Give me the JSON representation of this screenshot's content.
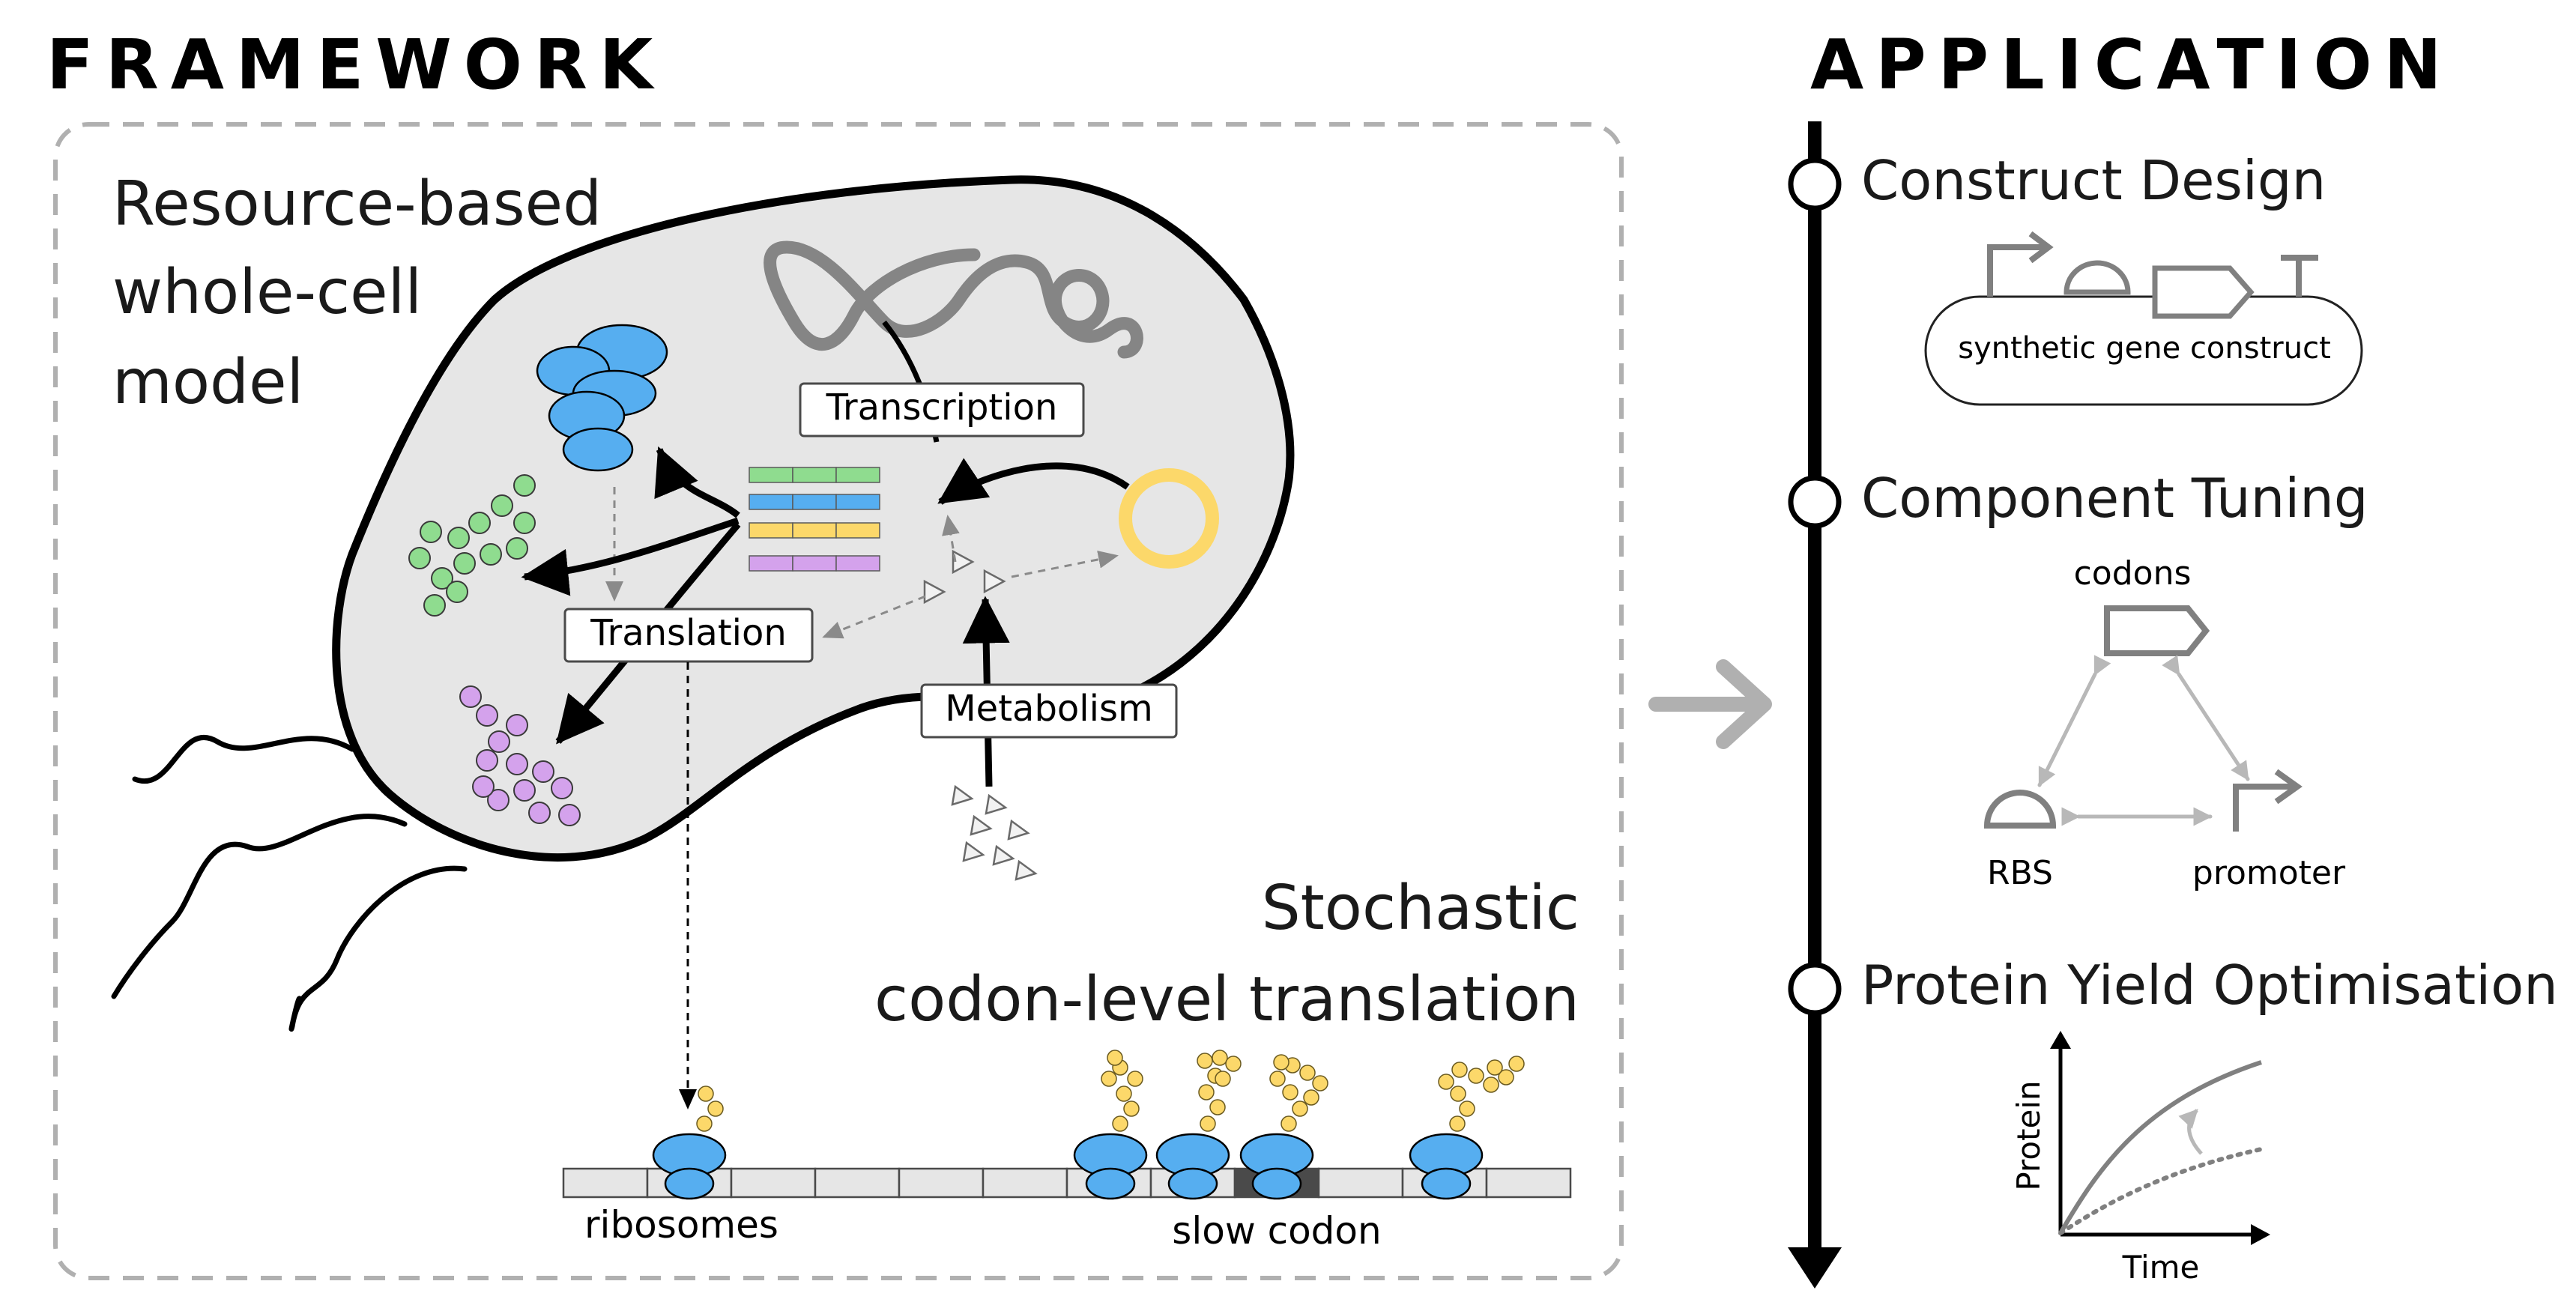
{
  "framework": {
    "heading": "FRAMEWORK",
    "model_title_lines": [
      "Resource-based",
      "whole-cell",
      "model"
    ],
    "process_labels": {
      "transcription": "Transcription",
      "translation": "Translation",
      "metabolism": "Metabolism"
    },
    "stochastic_title_lines": [
      "Stochastic",
      "codon-level translation"
    ],
    "ribosomes_label": "ribosomes",
    "slow_codon_label": "slow codon"
  },
  "application": {
    "heading": "APPLICATION",
    "steps": [
      "Construct Design",
      "Component Tuning",
      "Protein Yield Optimisation"
    ],
    "construct_label": "synthetic gene construct",
    "tuning": {
      "codons": "codons",
      "rbs": "RBS",
      "promoter": "promoter"
    },
    "plot": {
      "ylabel": "Protein",
      "xlabel": "Time"
    }
  },
  "colors": {
    "ribosome_blue": "#56aef0",
    "green": "#8fdc8f",
    "purple": "#d4a2ec",
    "yellow": "#fcd86a",
    "cell_fill": "#e6e6e6",
    "frame_dashed": "#b0b0b0",
    "part_grey": "#808080"
  },
  "icons": [
    "dna-coil-icon",
    "plasmid-ring-icon",
    "promoter-arrow-icon",
    "rbs-icon",
    "cds-icon",
    "terminator-icon",
    "arrow-right-icon",
    "timeline-arrow-icon"
  ]
}
